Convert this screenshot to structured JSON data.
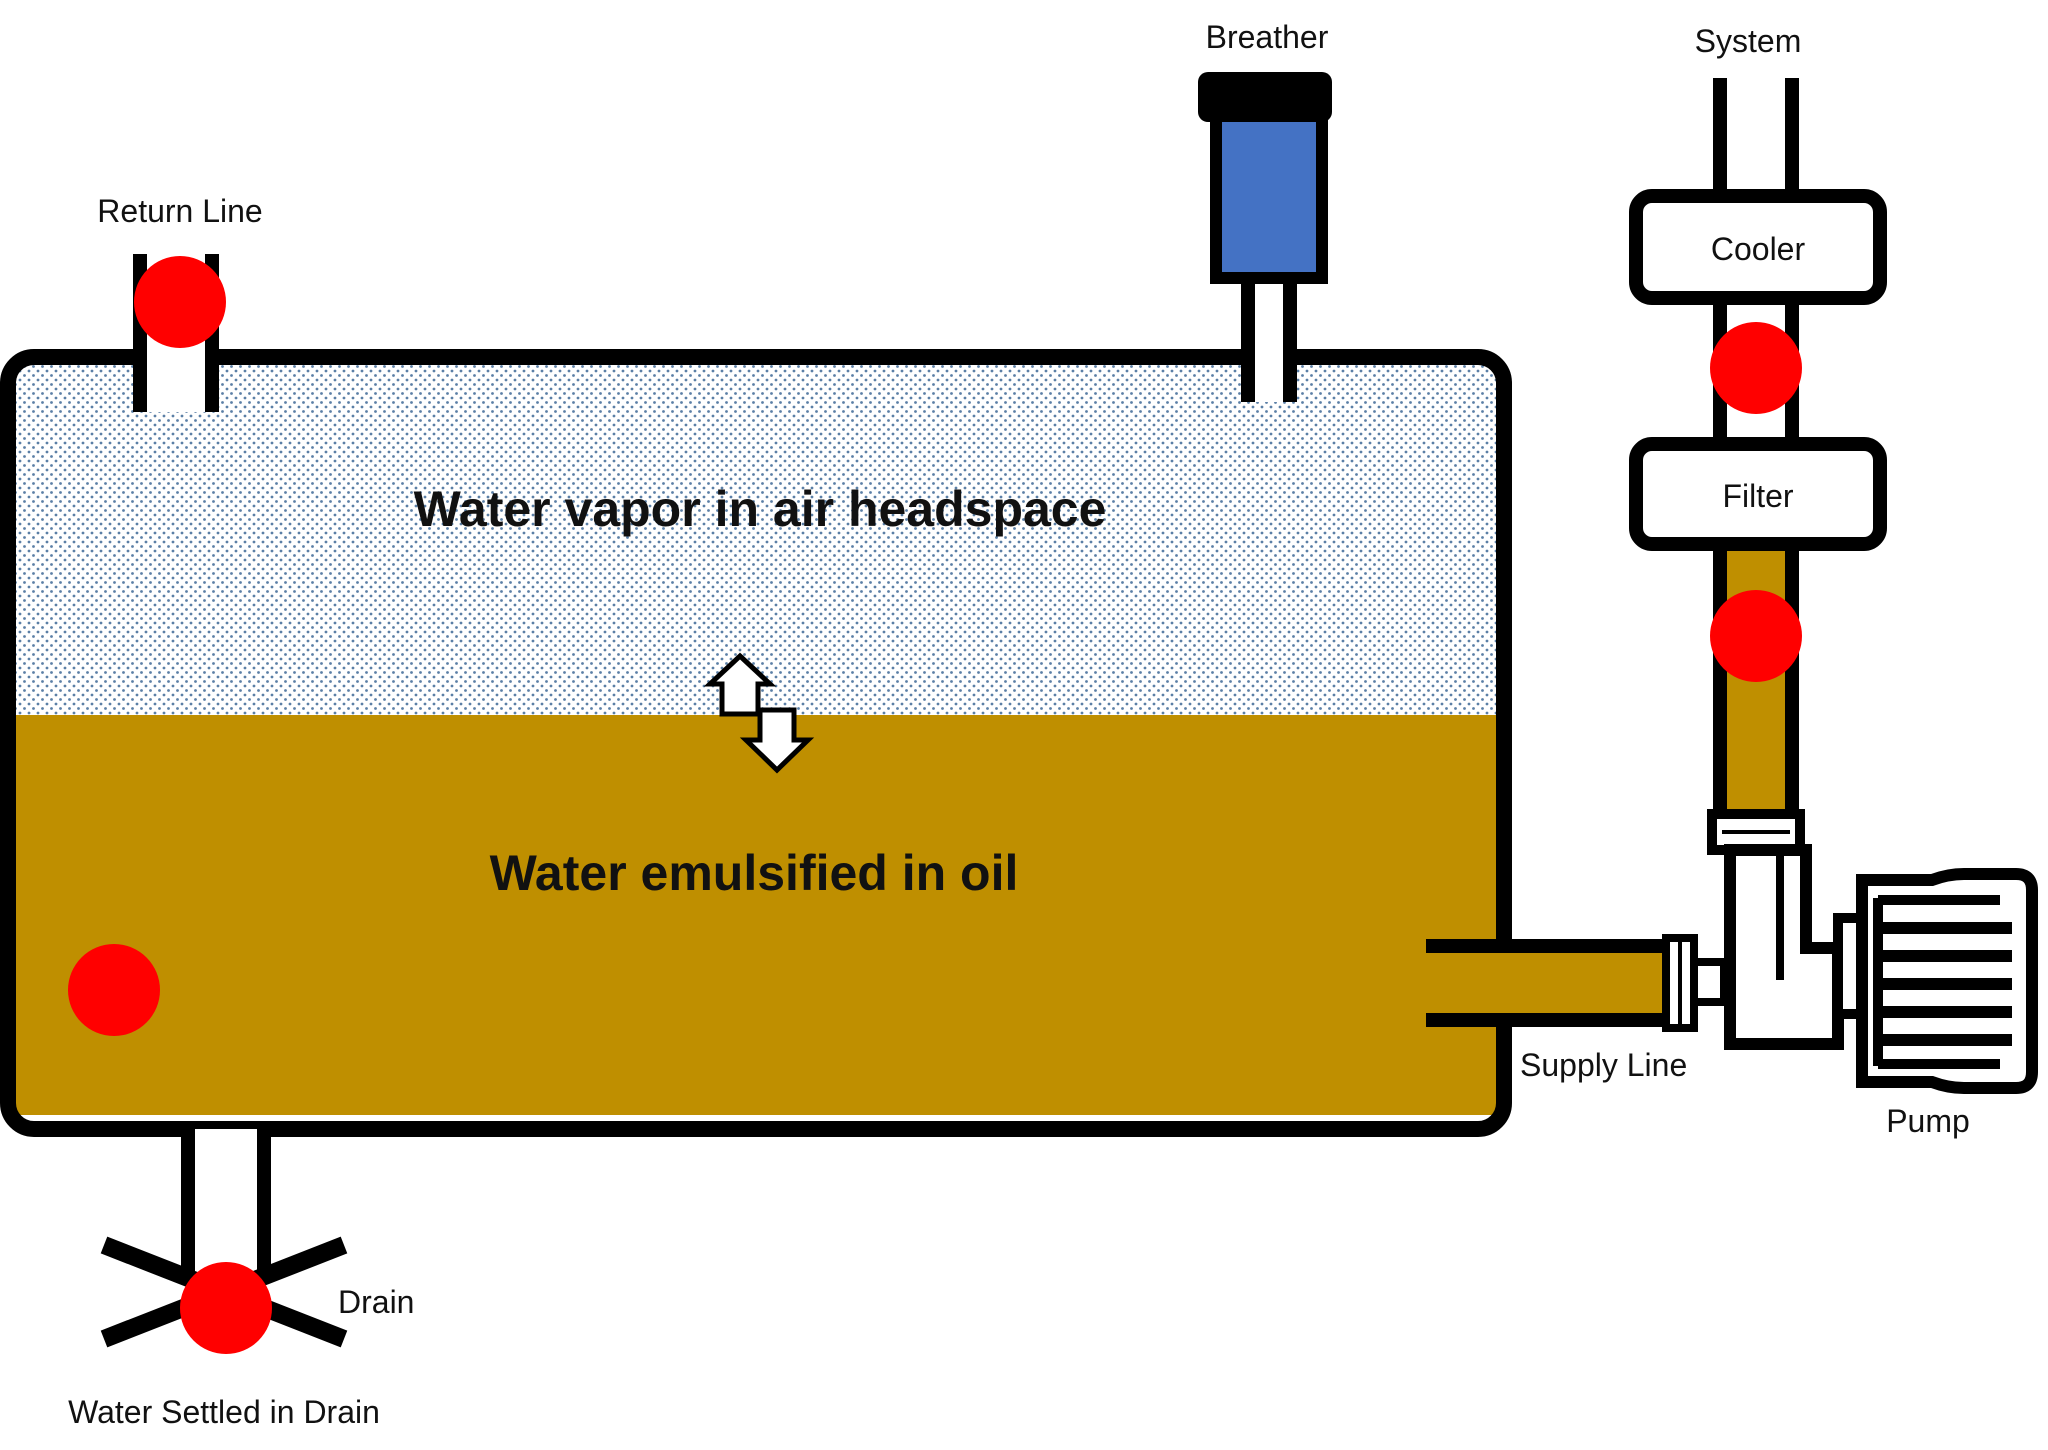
{
  "labels": {
    "headspace": "Water vapor in air headspace",
    "oil": "Water emulsified in oil",
    "return_line": "Return Line",
    "breather": "Breather",
    "system": "System",
    "cooler": "Cooler",
    "filter": "Filter",
    "supply_line": "Supply Line",
    "pump": "Pump",
    "drain": "Drain",
    "drain_water": "Water Settled in Drain"
  },
  "colors": {
    "oil": "#bf8f00",
    "breather_element": "#4472c4",
    "sample_marker": "#ff0000",
    "outline": "#000000",
    "headspace_dots": "#5b7fa6"
  }
}
